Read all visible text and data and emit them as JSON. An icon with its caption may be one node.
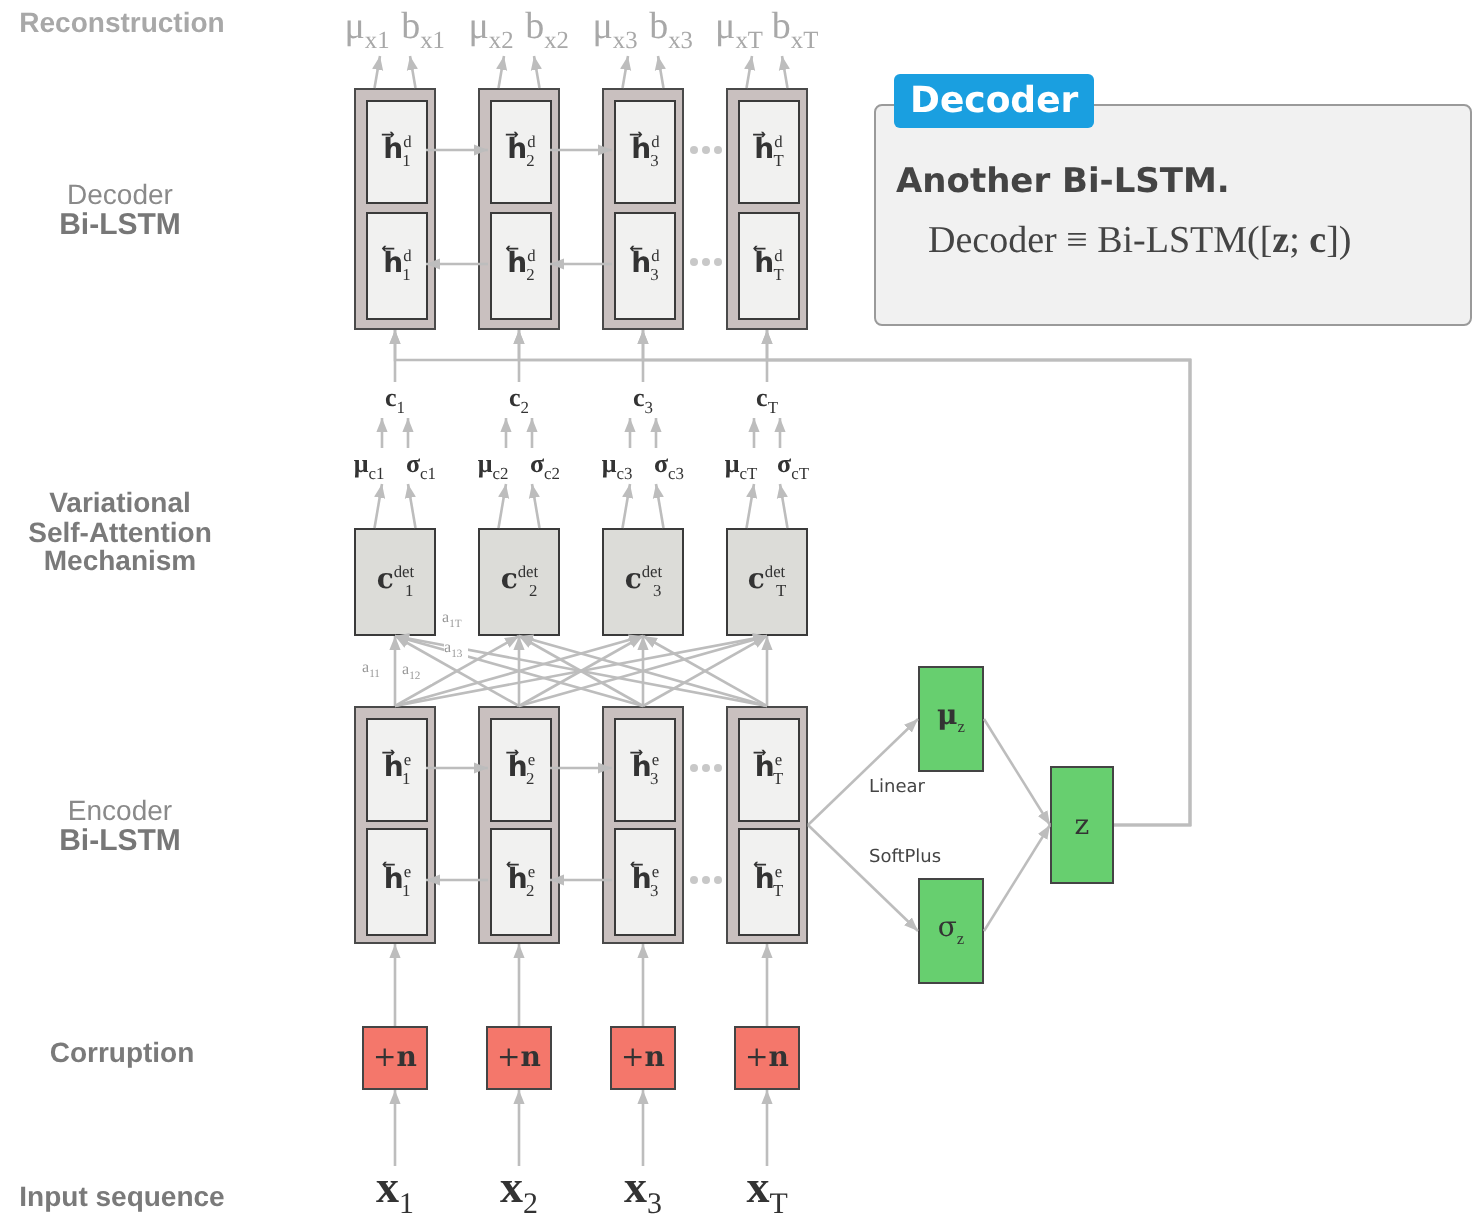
{
  "diagram": {
    "nodes": [
      {
        "text": [
          "μ$_{x1}$"
        ]
      },
      {
        "text": [
          "b$_{x1}$"
        ]
      },
      {
        "text": [
          "μ$_{x2}$"
        ]
      },
      {
        "text": [
          "b$_{x2}$"
        ]
      },
      {
        "text": [
          "μ$_{x3}$"
        ]
      },
      {
        "text": [
          "b$_{x3}$"
        ]
      },
      {
        "text": [
          "μ$_{xT}$"
        ]
      },
      {
        "text": [
          "b$_{xT}$"
        ]
      },
      {
        "text": [],
        "shape": "box"
      },
      {
        "text": [
          "**h⃗**$^{d}$$_{1}$"
        ],
        "in": 8
      },
      {
        "text": [
          "**h⃖**$^{d}$$_{1}$"
        ],
        "in": 8
      },
      {
        "text": [],
        "shape": "box"
      },
      {
        "text": [
          "**h⃗**$^{d}$$_{2}$"
        ],
        "in": 11
      },
      {
        "text": [
          "**h⃖**$^{d}$$_{2}$"
        ],
        "in": 11
      },
      {
        "text": [],
        "shape": "box"
      },
      {
        "text": [
          "**h⃗**$^{d}$$_{3}$"
        ],
        "in": 14
      },
      {
        "text": [
          "**h⃖**$^{d}$$_{3}$"
        ],
        "in": 14
      },
      {
        "text": [],
        "shape": "box"
      },
      {
        "text": [
          "**h⃗**$^{d}$$_{T}$"
        ],
        "in": 17
      },
      {
        "text": [
          "**h⃖**$^{d}$$_{T}$"
        ],
        "in": 17
      },
      {
        "text": [
          "Decoder",
          "Another Bi-LSTM.",
          "Decoder ≡ Bi-LSTM([**z**; **c**])"
        ]
      },
      {
        "text": [
          "**c**$_{1}$"
        ]
      },
      {
        "text": [
          "**c**$_{2}$"
        ]
      },
      {
        "text": [
          "**c**$_{3}$"
        ]
      },
      {
        "text": [
          "**c**$_{T}$"
        ]
      },
      {
        "text": [
          "**μ**$_{c1}$"
        ]
      },
      {
        "text": [
          "**σ**$_{c1}$"
        ]
      },
      {
        "text": [
          "**μ**$_{c2}$"
        ]
      },
      {
        "text": [
          "**σ**$_{c2}$"
        ]
      },
      {
        "text": [
          "**μ**$_{c3}$"
        ]
      },
      {
        "text": [
          "**σ**$_{c3}$"
        ]
      },
      {
        "text": [
          "**μ**$_{cT}$"
        ]
      },
      {
        "text": [
          "**σ**$_{cT}$"
        ]
      },
      {
        "text": [
          "**c**$^{det}$$_{1}$"
        ]
      },
      {
        "text": [
          "**c**$^{det}$$_{2}$"
        ]
      },
      {
        "text": [
          "**c**$^{det}$$_{3}$"
        ]
      },
      {
        "text": [
          "**c**$^{det}$$_{T}$"
        ]
      },
      {
        "text": [],
        "shape": "box"
      },
      {
        "text": [
          "**h⃗**$^{e}$$_{1}$"
        ],
        "in": 37
      },
      {
        "text": [
          "**h⃖**$^{e}$$_{1}$"
        ],
        "in": 37
      },
      {
        "text": [],
        "shape": "box"
      },
      {
        "text": [
          "**h⃗**$^{e}$$_{2}$"
        ],
        "in": 40
      },
      {
        "text": [
          "**h⃖**$^{e}$$_{2}$"
        ],
        "in": 40
      },
      {
        "text": [],
        "shape": "box"
      },
      {
        "text": [
          "**h⃗**$^{e}$$_{3}$"
        ],
        "in": 43
      },
      {
        "text": [
          "**h⃖**$^{e}$$_{3}$"
        ],
        "in": 43
      },
      {
        "text": [],
        "shape": "box"
      },
      {
        "text": [
          "**h⃗**$^{e}$$_{T}$"
        ],
        "in": 46
      },
      {
        "text": [
          "**h⃖**$^{e}$$_{T}$"
        ],
        "in": 46
      },
      {
        "text": [
          "**μ**$_{z}$"
        ]
      },
      {
        "text": [
          "σ$_{z}$"
        ]
      },
      {
        "text": [
          "z"
        ]
      },
      {
        "text": [
          "+**n**"
        ]
      },
      {
        "text": [
          "+**n**"
        ]
      },
      {
        "text": [
          "+**n**"
        ]
      },
      {
        "text": [
          "+**n**"
        ]
      },
      {
        "text": [
          "**x**$_{1}$"
        ]
      },
      {
        "text": [
          "**x**$_{2}$"
        ]
      },
      {
        "text": [
          "**x**$_{3}$"
        ]
      },
      {
        "text": [
          "**x**$_{T}$"
        ]
      }
    ],
    "edges": [
      {
        "from": 56,
        "to": 52,
        "arrow": "to"
      },
      {
        "from": 57,
        "to": 53,
        "arrow": "to"
      },
      {
        "from": 58,
        "to": 54,
        "arrow": "to"
      },
      {
        "from": 59,
        "to": 55,
        "arrow": "to"
      },
      {
        "from": 52,
        "to": 37,
        "arrow": "to"
      },
      {
        "from": 53,
        "to": 40,
        "arrow": "to"
      },
      {
        "from": 54,
        "to": 43,
        "arrow": "to"
      },
      {
        "from": 55,
        "to": 46,
        "arrow": "to"
      },
      {
        "from": 38,
        "to": 41,
        "arrow": "to"
      },
      {
        "from": 41,
        "to": 44,
        "arrow": "to"
      },
      {
        "from": 42,
        "to": 39,
        "arrow": "to"
      },
      {
        "from": 45,
        "to": 42,
        "arrow": "to"
      },
      {
        "from": 37,
        "to": 33,
        "arrow": "to"
      },
      {
        "from": 37,
        "to": 34,
        "arrow": "to"
      },
      {
        "from": 37,
        "to": 35,
        "arrow": "to"
      },
      {
        "from": 37,
        "to": 36,
        "arrow": "to"
      },
      {
        "from": 40,
        "to": 33,
        "arrow": "to"
      },
      {
        "from": 40,
        "to": 34,
        "arrow": "to"
      },
      {
        "from": 40,
        "to": 35,
        "arrow": "to"
      },
      {
        "from": 40,
        "to": 36,
        "arrow": "to"
      },
      {
        "from": 43,
        "to": 33,
        "arrow": "to"
      },
      {
        "from": 43,
        "to": 34,
        "arrow": "to"
      },
      {
        "from": 43,
        "to": 35,
        "arrow": "to"
      },
      {
        "from": 43,
        "to": 36,
        "arrow": "to"
      },
      {
        "from": 46,
        "to": 33,
        "arrow": "to"
      },
      {
        "from": 46,
        "to": 34,
        "arrow": "to"
      },
      {
        "from": 46,
        "to": 35,
        "arrow": "to"
      },
      {
        "from": 46,
        "to": 36,
        "arrow": "to"
      },
      {
        "from": 33,
        "to": 25,
        "arrow": "to"
      },
      {
        "from": 33,
        "to": 26,
        "arrow": "to"
      },
      {
        "from": 34,
        "to": 27,
        "arrow": "to"
      },
      {
        "from": 34,
        "to": 28,
        "arrow": "to"
      },
      {
        "from": 35,
        "to": 29,
        "arrow": "to"
      },
      {
        "from": 35,
        "to": 30,
        "arrow": "to"
      },
      {
        "from": 36,
        "to": 31,
        "arrow": "to"
      },
      {
        "from": 36,
        "to": 32,
        "arrow": "to"
      },
      {
        "from": 25,
        "to": 21,
        "arrow": "to"
      },
      {
        "from": 26,
        "to": 21,
        "arrow": "to"
      },
      {
        "from": 27,
        "to": 22,
        "arrow": "to"
      },
      {
        "from": 28,
        "to": 22,
        "arrow": "to"
      },
      {
        "from": 29,
        "to": 23,
        "arrow": "to"
      },
      {
        "from": 30,
        "to": 23,
        "arrow": "to"
      },
      {
        "from": 31,
        "to": 24,
        "arrow": "to"
      },
      {
        "from": 32,
        "to": 24,
        "arrow": "to"
      },
      {
        "from": 21,
        "to": 8,
        "arrow": "to"
      },
      {
        "from": 22,
        "to": 11,
        "arrow": "to"
      },
      {
        "from": 23,
        "to": 14,
        "arrow": "to"
      },
      {
        "from": 24,
        "to": 17,
        "arrow": "to"
      },
      {
        "from": 51,
        "to": 8,
        "arrow": "to"
      },
      {
        "from": 51,
        "to": 11,
        "arrow": "to"
      },
      {
        "from": 51,
        "to": 14,
        "arrow": "to"
      },
      {
        "from": 51,
        "to": 17,
        "arrow": "to"
      },
      {
        "from": 8,
        "to": 0,
        "arrow": "to"
      },
      {
        "from": 8,
        "to": 1,
        "arrow": "to"
      },
      {
        "from": 11,
        "to": 2,
        "arrow": "to"
      },
      {
        "from": 11,
        "to": 3,
        "arrow": "to"
      },
      {
        "from": 14,
        "to": 4,
        "arrow": "to"
      },
      {
        "from": 14,
        "to": 5,
        "arrow": "to"
      },
      {
        "from": 17,
        "to": 6,
        "arrow": "to"
      },
      {
        "from": 17,
        "to": 7,
        "arrow": "to"
      },
      {
        "from": 9,
        "to": 12,
        "arrow": "to"
      },
      {
        "from": 12,
        "to": 15,
        "arrow": "to"
      },
      {
        "from": 13,
        "to": 10,
        "arrow": "to"
      },
      {
        "from": 16,
        "to": 13,
        "arrow": "to"
      },
      {
        "from": 46,
        "to": 49,
        "arrow": "to",
        "label": "Linear"
      },
      {
        "from": 46,
        "to": 50,
        "arrow": "to",
        "label": "SoftPlus"
      },
      {
        "from": 49,
        "to": 51,
        "arrow": "to"
      },
      {
        "from": 50,
        "to": 51,
        "arrow": "to"
      }
    ],
    "labels": [
      "Reconstruction",
      "Decoder **Bi-LSTM**",
      "Variational Self-Attention Mechanism",
      "Encoder **Bi-LSTM**",
      "Corruption",
      "Input sequence",
      "a$_{11}$",
      "a$_{12}$",
      "a$_{13}$",
      "a$_{1T}$"
    ]
  }
}
